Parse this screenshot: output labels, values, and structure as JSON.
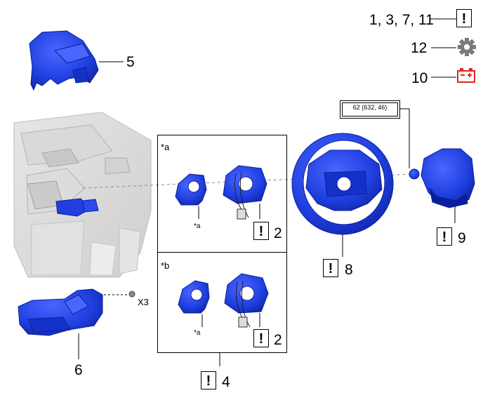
{
  "labels": {
    "part_5": "5",
    "part_6": "6",
    "part_8": "8",
    "part_9": "9",
    "part_2_top": "2",
    "part_2_bottom": "2",
    "part_4": "4",
    "part_12": "12",
    "part_10": "10",
    "steps_top": "1, 3, 7, 11",
    "bolt_count": "X3",
    "panel_a_title": "*a",
    "panel_b_title": "*b",
    "callout_a_top": "*a",
    "callout_a_bottom": "*a",
    "coordinate_tag": "62 (632, 46)"
  },
  "icons": {
    "caution": "!",
    "gear_icon": "gear-icon",
    "battery_icon": "battery-icon"
  },
  "colors": {
    "part_blue": "#1f3fe0",
    "part_blue_dark": "#0b1f9a",
    "gear_gray": "#7a7a7a",
    "battery_red": "#e8231d",
    "dash_gray": "#9a9a9a"
  }
}
